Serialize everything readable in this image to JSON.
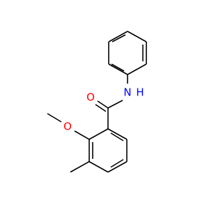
{
  "molecule": {
    "atoms": {
      "oxygen_carbonyl": {
        "symbol": "O",
        "color": "#ff0000"
      },
      "nitrogen": {
        "symbol": "N",
        "color": "#0000ff"
      },
      "hydrogen_on_n": {
        "symbol": "H",
        "color": "#0000ff"
      },
      "oxygen_methoxy": {
        "symbol": "O",
        "color": "#ff0000"
      }
    },
    "bond_color": "#000000",
    "background": "#ffffff"
  }
}
